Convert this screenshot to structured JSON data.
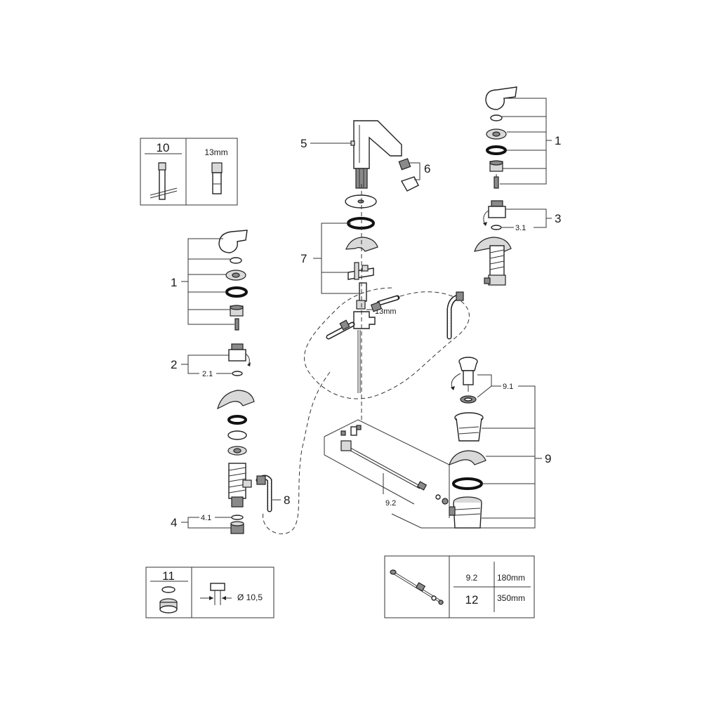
{
  "callouts": {
    "c1_right": "1",
    "c1_left": "1",
    "c2": "2",
    "c2_1": "2.1",
    "c3": "3",
    "c3_1": "3.1",
    "c4": "4",
    "c4_1": "4.1",
    "c5": "5",
    "c6": "6",
    "c7": "7",
    "c8": "8",
    "c9": "9",
    "c9_1": "9.1",
    "c9_2": "9.2",
    "wrench_13mm": "13mm"
  },
  "box10": {
    "number": "10",
    "size": "13mm"
  },
  "box11": {
    "number": "11",
    "diameter": "Ø 10,5"
  },
  "lengths_table": {
    "rows": [
      {
        "part": "9.2",
        "length": "180mm"
      },
      {
        "part": "12",
        "length": "350mm"
      }
    ]
  }
}
